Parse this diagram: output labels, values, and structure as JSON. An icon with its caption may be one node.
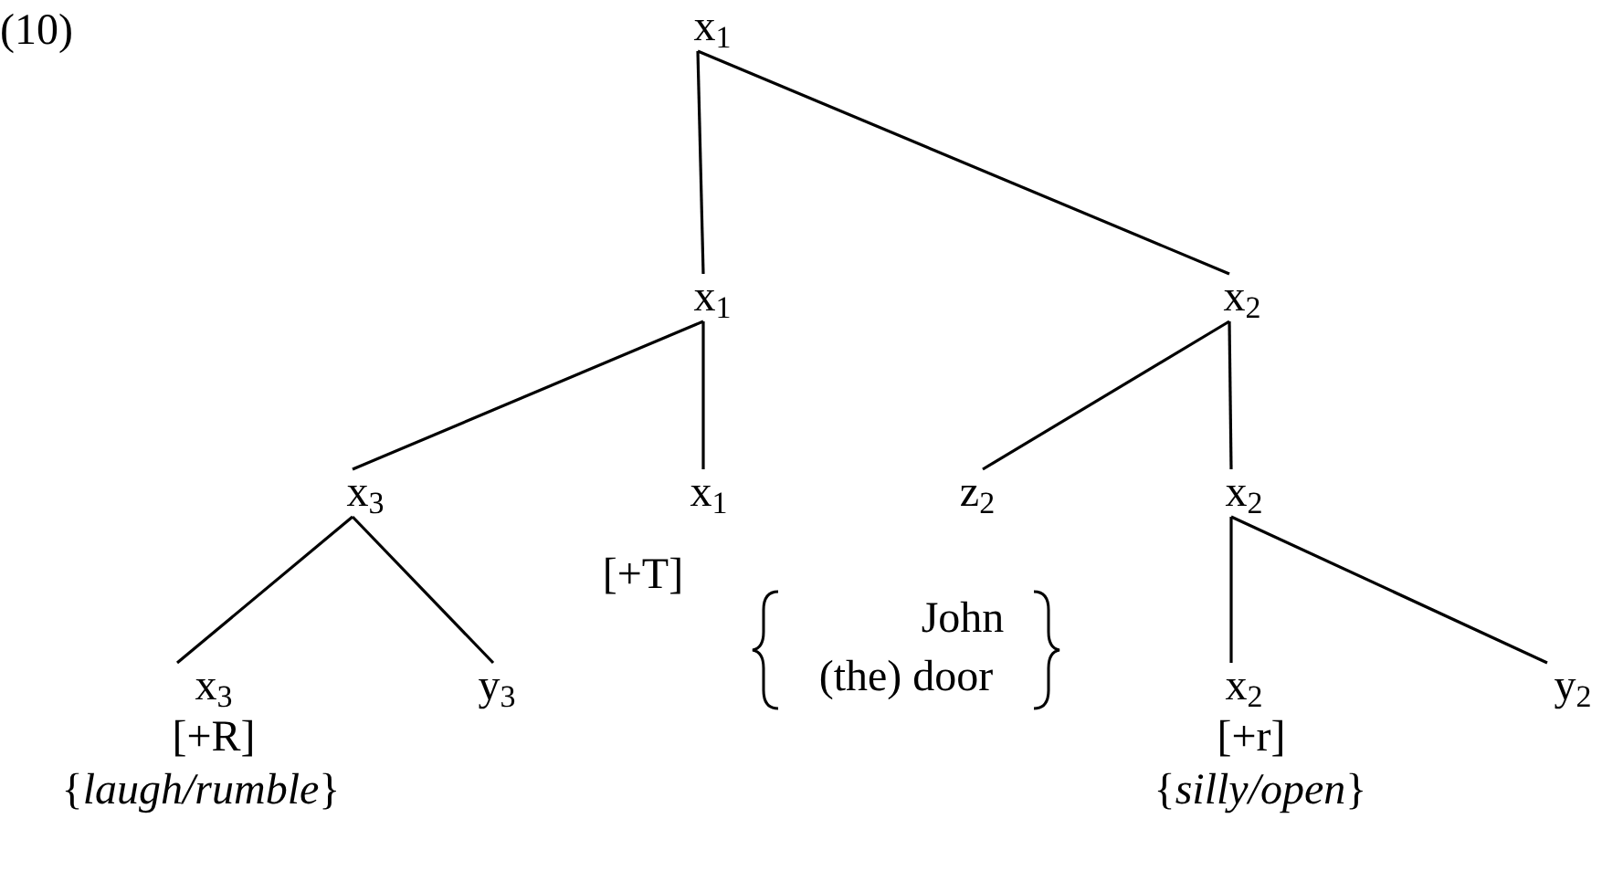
{
  "diagram": {
    "nodes": [
      {
        "text": [
          "x$_{1}$"
        ]
      },
      {
        "text": [
          "x$_{1}$"
        ]
      },
      {
        "text": [
          "x$_{2}$"
        ]
      },
      {
        "text": [
          "x$_{3}$"
        ]
      },
      {
        "text": [
          "x$_{1}$"
        ],
        "beside": [
          "[+T]"
        ]
      },
      {
        "text": [
          "z$_{2}$"
        ],
        "beside": [
          "John",
          "(the) door"
        ]
      },
      {
        "text": [
          "x$_{2}$"
        ]
      },
      {
        "text": [
          "x$_{3}$"
        ],
        "beside": [
          "[+R]",
          "{*laugh/rumble*}"
        ]
      },
      {
        "text": [
          "y$_{3}$"
        ]
      },
      {
        "text": [
          "x$_{2}$"
        ],
        "beside": [
          "[+r]",
          "{*silly/open*}"
        ]
      },
      {
        "text": [
          "y$_{2}$"
        ]
      }
    ],
    "edges": [
      {
        "from": 0,
        "to": 1,
        "arrow": "none"
      },
      {
        "from": 0,
        "to": 2,
        "arrow": "none"
      },
      {
        "from": 1,
        "to": 3,
        "arrow": "none"
      },
      {
        "from": 1,
        "to": 4,
        "arrow": "none"
      },
      {
        "from": 2,
        "to": 5,
        "arrow": "none"
      },
      {
        "from": 2,
        "to": 6,
        "arrow": "none"
      },
      {
        "from": 3,
        "to": 7,
        "arrow": "none"
      },
      {
        "from": 3,
        "to": 8,
        "arrow": "none"
      },
      {
        "from": 6,
        "to": 9,
        "arrow": "none"
      },
      {
        "from": 6,
        "to": 10,
        "arrow": "none"
      }
    ],
    "labels": [
      "(10)"
    ]
  }
}
